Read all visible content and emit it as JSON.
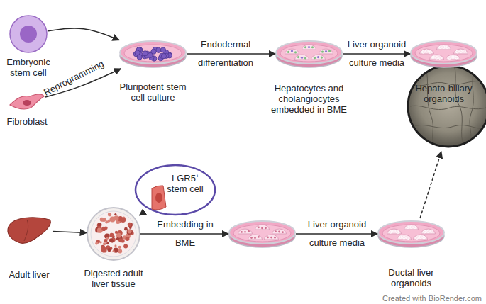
{
  "diagram": {
    "nodes": [
      {
        "text": [
          "Embryonic stem cell"
        ]
      },
      {
        "text": [
          "Fibroblast"
        ]
      },
      {
        "text": [
          "Pluripotent stem cell culture"
        ]
      },
      {
        "text": [
          "Hepatocytes and cholangiocytes embedded in BME"
        ]
      },
      {
        "text": [
          "Hepato-biliary organoids"
        ]
      },
      {
        "text": [
          "Adult liver"
        ]
      },
      {
        "text": [
          "Digested adult liver tissue"
        ]
      },
      {
        "text": [
          "LGR5⁺ stem cell"
        ]
      },
      {
        "text": []
      },
      {
        "text": [
          "Ductal liver organoids"
        ]
      }
    ],
    "edges": [
      {
        "from": 0,
        "to": 2,
        "arrow": "to"
      },
      {
        "from": 1,
        "to": 2,
        "label": "Reprogramming",
        "arrow": "to"
      },
      {
        "from": 2,
        "to": 3,
        "label": "Endodermal differentiation",
        "arrow": "to"
      },
      {
        "from": 3,
        "to": 4,
        "label": "Liver organoid culture media",
        "arrow": "to"
      },
      {
        "from": 5,
        "to": 6,
        "arrow": "to"
      },
      {
        "from": 6,
        "to": 7,
        "arrow": "to"
      },
      {
        "from": 6,
        "to": 8,
        "label": "Embedding in BME",
        "arrow": "to"
      },
      {
        "from": 8,
        "to": 9,
        "label": "Liver organoid culture media",
        "arrow": "to"
      }
    ],
    "labels": [
      "Created with BioRender.com"
    ]
  }
}
